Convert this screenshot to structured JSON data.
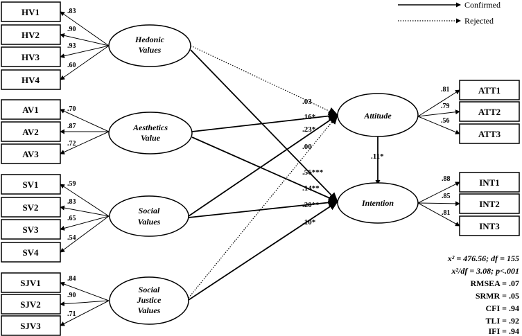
{
  "legend": {
    "confirmed": "Confirmed",
    "rejected": "Rejected"
  },
  "latents": {
    "hv": [
      "Hedonic",
      "Values"
    ],
    "av": [
      "Aesthetics",
      "Value"
    ],
    "sv": [
      "Social",
      "Values"
    ],
    "sjv": [
      "Social",
      "Justice",
      "Values"
    ],
    "att": [
      "Attitude"
    ],
    "int": [
      "Intention"
    ]
  },
  "indicators": {
    "hv": [
      {
        "label": "HV1",
        "loading": ".83"
      },
      {
        "label": "HV2",
        "loading": ".90"
      },
      {
        "label": "HV3",
        "loading": ".93"
      },
      {
        "label": "HV4",
        "loading": ".60"
      }
    ],
    "av": [
      {
        "label": "AV1",
        "loading": ".70"
      },
      {
        "label": "AV2",
        "loading": ".87"
      },
      {
        "label": "AV3",
        "loading": ".72"
      }
    ],
    "sv": [
      {
        "label": "SV1",
        "loading": ".59"
      },
      {
        "label": "SV2",
        "loading": ".83"
      },
      {
        "label": "SV3",
        "loading": ".65"
      },
      {
        "label": "SV4",
        "loading": ".54"
      }
    ],
    "sjv": [
      {
        "label": "SJV1",
        "loading": ".84"
      },
      {
        "label": "SJV2",
        "loading": ".90"
      },
      {
        "label": "SJV3",
        "loading": ".71"
      }
    ],
    "att": [
      {
        "label": "ATT1",
        "loading": ".81"
      },
      {
        "label": "ATT2",
        "loading": ".79"
      },
      {
        "label": "ATT3",
        "loading": ".56"
      }
    ],
    "int": [
      {
        "label": "INT1",
        "loading": ".88"
      },
      {
        "label": "INT2",
        "loading": ".85"
      },
      {
        "label": "INT3",
        "loading": ".81"
      }
    ]
  },
  "paths": [
    {
      "from": "hv",
      "to": "att",
      "coef": ".03",
      "status": "rejected"
    },
    {
      "from": "av",
      "to": "att",
      "coef": ".16*",
      "status": "confirmed"
    },
    {
      "from": "sv",
      "to": "att",
      "coef": ".23*",
      "status": "confirmed"
    },
    {
      "from": "sjv",
      "to": "att",
      "coef": ".00",
      "status": "rejected"
    },
    {
      "from": "hv",
      "to": "int",
      "coef": ".56***",
      "status": "confirmed"
    },
    {
      "from": "av",
      "to": "int",
      "coef": ".14**",
      "status": "confirmed"
    },
    {
      "from": "sv",
      "to": "int",
      "coef": ".20**",
      "status": "confirmed"
    },
    {
      "from": "sjv",
      "to": "int",
      "coef": ".10*",
      "status": "confirmed"
    },
    {
      "from": "att",
      "to": "int",
      "coef": ".11*",
      "status": "confirmed"
    }
  ],
  "fit": {
    "chi": "x² = 476.56; df = 155",
    "chidf": "x²/df = 3.08; p<.001",
    "rmsea": "RMSEA = .07",
    "srmr": "SRMR = .05",
    "cfi": "CFI = .94",
    "tli": "TLI = .92",
    "ifi": "IFI = .94"
  }
}
